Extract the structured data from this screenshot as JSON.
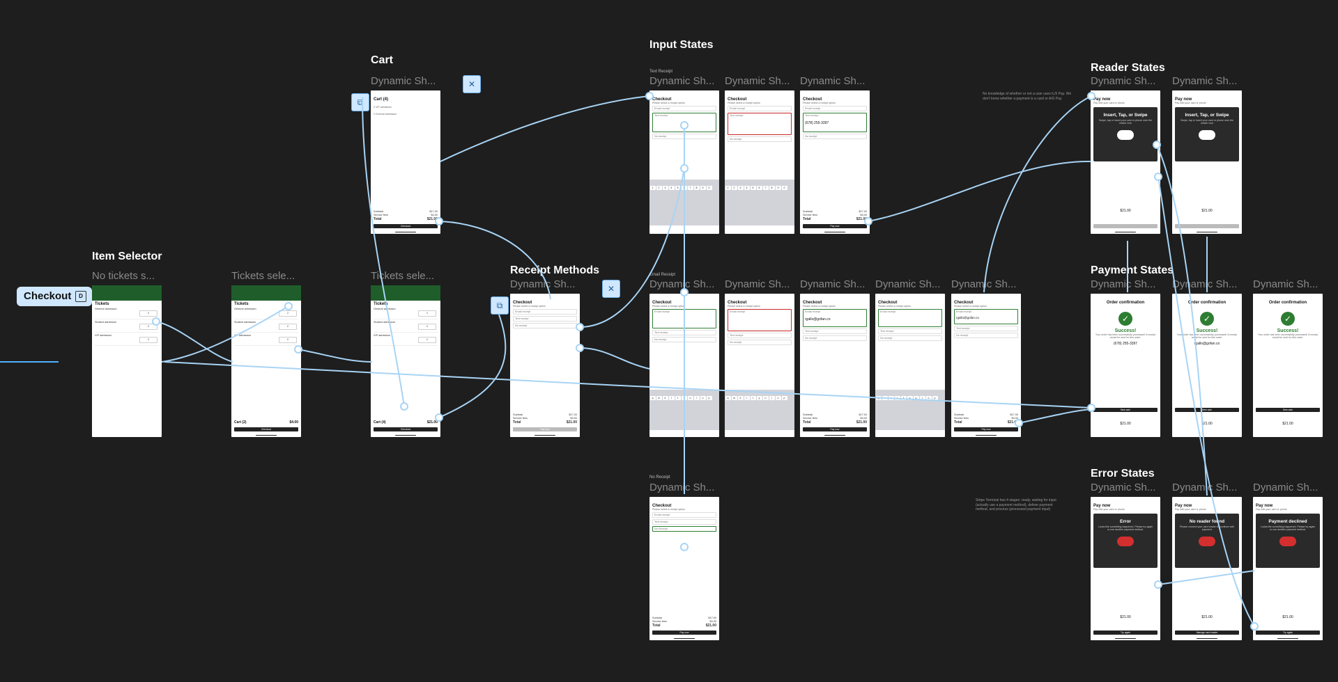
{
  "sections": {
    "item_selector": "Item Selector",
    "cart": "Cart",
    "receipt_methods": "Receipt Methods",
    "input_states": "Input States",
    "reader_states": "Reader States",
    "payment_states": "Payment States",
    "error_states": "Error States"
  },
  "checkout_tag": "Checkout",
  "frame_labels": {
    "no_tickets": "No tickets s...",
    "tickets_sel_1": "Tickets sele...",
    "tickets_sel_2": "Tickets sele...",
    "dynamic": "Dynamic Sh..."
  },
  "row_labels": {
    "text_receipt": "Text Receipt",
    "email_receipt": "Email Receipt",
    "no_receipt": "No Receipt"
  },
  "notes": {
    "reader": "No knowledge of whether or not a user uses it,/5 Pay. We don't know whether a payment is a card or A/G Pay",
    "stripe": "Stripe Terminal has 4 stages: ready, waiting for input (actually use a payment method), deliver payment method, and process (processed payment input)"
  },
  "screens": {
    "tickets_title": "Tickets",
    "ticket_items": [
      "General admission",
      "Student admission",
      "VIP admission"
    ],
    "cart_title": "Cart",
    "cart_count_4": "(4)",
    "cart_count_2": "(2)",
    "cart_total_1": "$4.00",
    "cart_total_2": "$21.00",
    "cart_items": [
      "2 VIP admission",
      "2 General Admission"
    ],
    "checkout_btn": "Checkout",
    "checkout_title": "Checkout",
    "checkout_sub": "Please select a receipt option",
    "email_receipt": "Email receipt",
    "text_receipt": "Text receipt",
    "no_receipt": "No receipt",
    "no_receipt_cap": "No Receipt",
    "subtotal": "Subtotal",
    "subtotal_val": "$17.00",
    "service_fees": "Service fees",
    "service_fees_val": "$4.00",
    "total": "Total",
    "total_val": "$21.00",
    "pay_now": "Pay now",
    "phone_value": "(678) 255-3397",
    "email_value": "rgallo@gofan.co",
    "pay_now_title": "Pay now",
    "pay_now_sub": "Pay with your card or phone",
    "insert_tap": "Insert, Tap, or Swipe",
    "insert_desc": "Swipe, tap or insert your card or phone onto the reader now",
    "amount": "$21.00",
    "order_confirmation": "Order confirmation",
    "success": "Success!",
    "success_desc": "Your order has been successfully processed! A receipt would be sent for this order.",
    "new_sale": "New sale",
    "error": "Error",
    "error_desc": "Looks like something happened. Please try again or use another payment method.",
    "no_reader": "No reader found",
    "no_reader_desc": "Please connect your card reader to continue with payment",
    "declined": "Payment declined",
    "declined_desc": "Looks like something happened. Please try again or use another payment method.",
    "try_again": "Try again",
    "manage_reader": "Manage card reader"
  },
  "colors": {
    "canvas": "#1e1e1e",
    "wire": "#a8d4f5",
    "accent": "#cfe7ff",
    "brand_green": "#1f5e2a"
  }
}
